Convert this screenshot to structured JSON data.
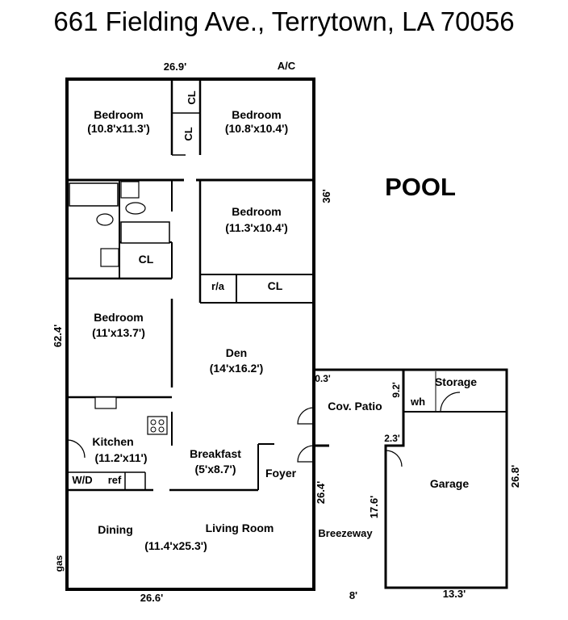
{
  "title": "661 Fielding Ave., Terrytown, LA 70056",
  "pool_label": "POOL",
  "rooms": {
    "bedroom1": {
      "name": "Bedroom",
      "size": "(10.8'x11.3')"
    },
    "bedroom2": {
      "name": "Bedroom",
      "size": "(10.8'x10.4')"
    },
    "bedroom3": {
      "name": "Bedroom",
      "size": "(11.3'x10.4')"
    },
    "bedroom4": {
      "name": "Bedroom",
      "size": "(11'x13.7')"
    },
    "den": {
      "name": "Den",
      "size": "(14'x16.2')"
    },
    "kitchen": {
      "name": "Kitchen",
      "size": "(11.2'x11')"
    },
    "breakfast": {
      "name": "Breakfast",
      "size": "(5'x8.7')"
    },
    "foyer": {
      "name": "Foyer"
    },
    "dining": {
      "name": "Dining"
    },
    "living": {
      "name": "Living Room",
      "size": "(11.4'x25.3')"
    },
    "patio": {
      "name": "Cov. Patio"
    },
    "storage": {
      "name": "Storage"
    },
    "garage": {
      "name": "Garage"
    },
    "breezeway": {
      "name": "Breezeway"
    }
  },
  "small_labels": {
    "cl_a": "CL",
    "cl_b": "CL",
    "cl_c": "CL",
    "cl_d": "CL",
    "ra": "r/a",
    "wd": "W/D",
    "ref": "ref",
    "wh": "wh",
    "ac": "A/C",
    "gas": "gas"
  },
  "dimensions": {
    "top": "26.9'",
    "bottom": "26.6'",
    "left": "62.4'",
    "right_house": "36'",
    "patio_gap": "0.3'",
    "patio_side": "9.2'",
    "garage_notch": "2.3'",
    "breezeway_len": "26.4'",
    "breezeway_width": "8'",
    "garage_len": "26.8'",
    "garage_inner": "17.6'",
    "garage_width": "13.3'"
  }
}
